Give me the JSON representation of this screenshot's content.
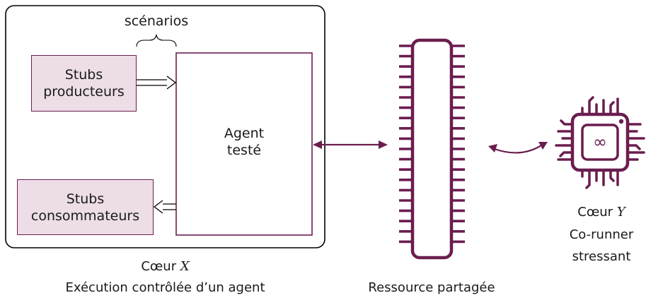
{
  "colors": {
    "accent": "#6b1d4f",
    "stub_fill": "#ecdde6",
    "frame": "#000000"
  },
  "core_x": {
    "scenarios_label": "scénarios",
    "stubs_producers": [
      "Stubs",
      "producteurs"
    ],
    "stubs_consumers": [
      "Stubs",
      "consommateurs"
    ],
    "agent": [
      "Agent",
      "testé"
    ],
    "caption_prefix": "Cœur",
    "caption_var": "X",
    "caption_line2": "Exécution contrôlée d’un agent"
  },
  "shared_resource": {
    "caption": "Ressource partagée"
  },
  "core_y": {
    "caption_prefix": "Cœur",
    "caption_var": "Y",
    "line2": "Co-runner",
    "line3": "stressant",
    "chip_symbol": "∞"
  },
  "icons": [
    "memory-chip-icon",
    "cpu-chip-icon"
  ]
}
